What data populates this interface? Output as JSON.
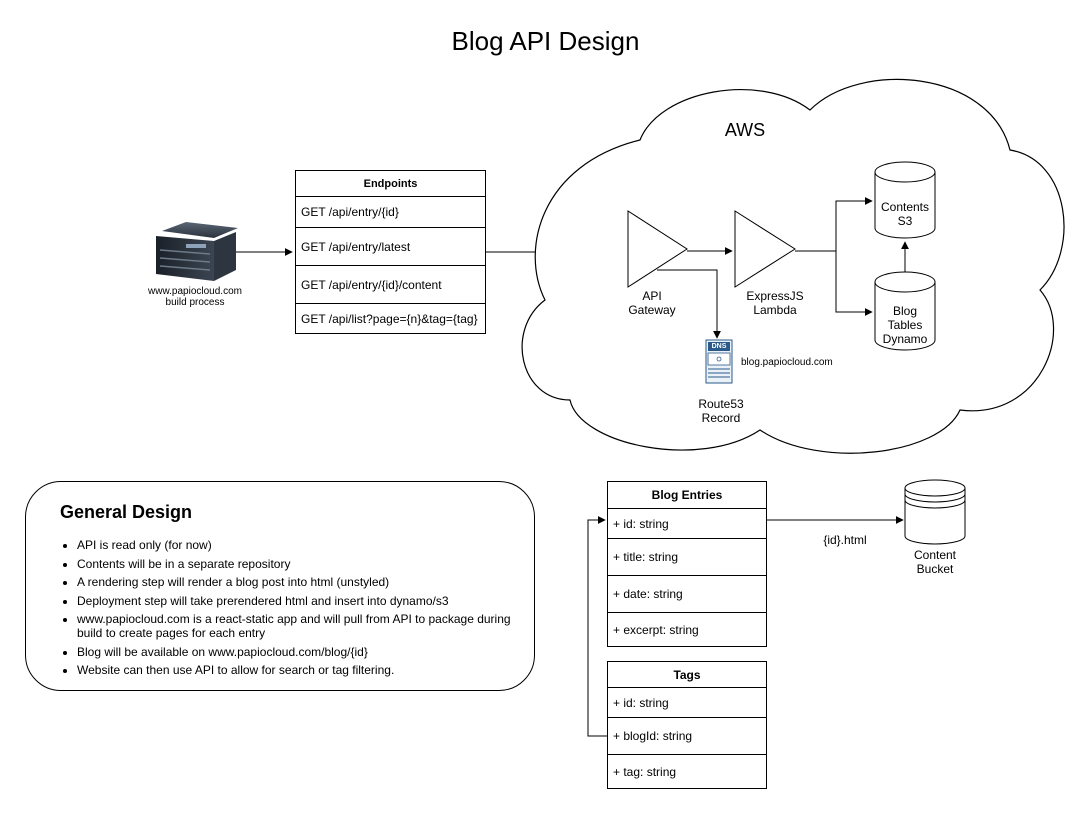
{
  "title": "Blog API Design",
  "cloud": {
    "label": "AWS"
  },
  "server": {
    "label_line1": "www.papiocloud.com",
    "label_line2": "build process"
  },
  "endpoints": {
    "header": "Endpoints",
    "rows": [
      "GET /api/entry/{id}",
      "GET /api/entry/latest",
      "GET /api/entry/{id}/content",
      "GET /api/list?page={n}&tag={tag}"
    ]
  },
  "nodes": {
    "api_gateway": {
      "line1": "API",
      "line2": "Gateway"
    },
    "lambda": {
      "line1": "ExpressJS",
      "line2": "Lambda"
    },
    "contents_s3": {
      "line1": "Contents",
      "line2": "S3"
    },
    "blog_tables": {
      "line1": "Blog",
      "line2": "Tables",
      "line3": "Dynamo"
    },
    "route53": {
      "dns_text": "DNS",
      "domain": "blog.papiocloud.com",
      "line1": "Route53",
      "line2": "Record"
    },
    "content_bucket": {
      "line1": "Content",
      "line2": "Bucket"
    }
  },
  "blog_entries": {
    "header": "Blog Entries",
    "rows": [
      "+ id: string",
      "+ title: string",
      "+ date: string",
      "+ excerpt: string"
    ]
  },
  "tags": {
    "header": "Tags",
    "rows": [
      "+ id: string",
      "+ blogId: string",
      "+ tag: string"
    ]
  },
  "edge_label_html": "{id}.html",
  "general_design": {
    "title": "General Design",
    "items": [
      "API is read only (for now)",
      "Contents will be in a separate repository",
      "A rendering step will render a blog post into html (unstyled)",
      "Deployment step will take prerendered html and insert into dynamo/s3",
      "www.papiocloud.com is a react-static app and will pull from API to package during build to create pages for each entry",
      "Blog will be available on www.papiocloud.com/blog/{id}",
      "Website can then use API to allow for search or tag filtering."
    ]
  }
}
